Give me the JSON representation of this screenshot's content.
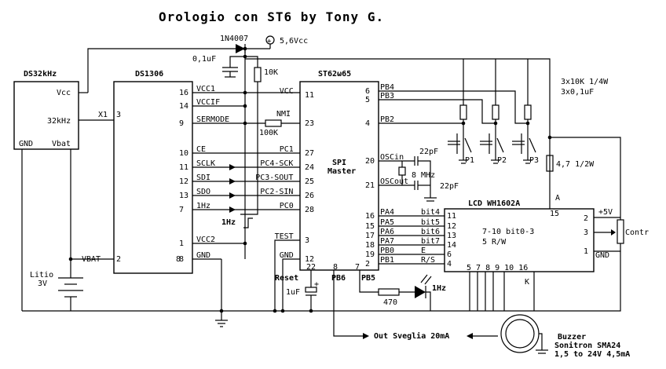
{
  "title": "Orologio con ST6 by Tony G.",
  "supply": {
    "diode": "1N4007",
    "vcc": "5,6Vcc",
    "plus": "+",
    "cap": "0,1uF",
    "res": "10K"
  },
  "ds32khz": {
    "name": "DS32kHz",
    "vcc": "Vcc",
    "out": "32kHz",
    "gnd": "GND",
    "vbat": "Vbat"
  },
  "ds1306": {
    "name": "DS1306",
    "x1": "X1",
    "x1_pin": "3",
    "vbat_pin": "2",
    "gnd_pin": "8",
    "right_pins": [
      {
        "num": "16",
        "label": "VCC1"
      },
      {
        "num": "14",
        "label": "VCCIF"
      },
      {
        "num": "9",
        "label": "SERMODE"
      },
      {
        "num": "10",
        "label": "CE"
      },
      {
        "num": "11",
        "label": "SCLK"
      },
      {
        "num": "12",
        "label": "SDI"
      },
      {
        "num": "13",
        "label": "SDO"
      },
      {
        "num": "7",
        "label": "1Hz"
      },
      {
        "num": "1",
        "label": "VCC2"
      },
      {
        "num": "8",
        "label": "GND"
      }
    ]
  },
  "st62": {
    "name": "ST62ω65",
    "left_pins": [
      {
        "num": "11",
        "label": "VCC"
      },
      {
        "num": "23",
        "label": ""
      },
      {
        "num": "27",
        "label": "PC1"
      },
      {
        "num": "24",
        "label": "PC4-SCK"
      },
      {
        "num": "25",
        "label": "PC3-SOUT"
      },
      {
        "num": "26",
        "label": "PC2-SIN"
      },
      {
        "num": "28",
        "label": "PC0"
      },
      {
        "num": "3",
        "label": "TEST"
      },
      {
        "num": "12",
        "label": "GND"
      }
    ],
    "right_pins": [
      {
        "num": "6",
        "label": "PB4"
      },
      {
        "num": "5",
        "label": "PB3"
      },
      {
        "num": "4",
        "label": "PB2"
      },
      {
        "num": "20",
        "label": "OSCin"
      },
      {
        "num": "21",
        "label": "OSCout"
      },
      {
        "num": "16",
        "label": "PA4"
      },
      {
        "num": "15",
        "label": "PA5"
      },
      {
        "num": "17",
        "label": "PA6"
      },
      {
        "num": "18",
        "label": "PA7"
      },
      {
        "num": "19",
        "label": "PB0"
      },
      {
        "num": "2",
        "label": "PB1"
      }
    ],
    "bottom_pins": [
      "22",
      "8",
      "7"
    ],
    "bottom_labels": [
      "Reset",
      "PB6",
      "PB5"
    ],
    "spi1": "SPI",
    "spi2": "Master",
    "nmi": "NMI",
    "nmi_res": "100K",
    "clk_label": "1Hz"
  },
  "crystal": {
    "cap_in": "22pF",
    "cap_out": "22pF",
    "freq": "8 MHz"
  },
  "buttons": {
    "note1": "3x10K 1/4W",
    "note2": "3x0,1uF",
    "labels": [
      "P1",
      "P2",
      "P3"
    ]
  },
  "lcd": {
    "name": "LCD WH1602A",
    "anode": "A",
    "pin15": "15",
    "k": "K",
    "bus": "7-10 bit0-3",
    "rw": "5 R/W",
    "left_pins": [
      {
        "num": "11",
        "label": "bit4"
      },
      {
        "num": "12",
        "label": "bit5"
      },
      {
        "num": "13",
        "label": "bit6"
      },
      {
        "num": "14",
        "label": "bit7"
      },
      {
        "num": "6",
        "label": "E"
      },
      {
        "num": "4",
        "label": "R/S"
      }
    ],
    "right_pins": [
      "2",
      "3",
      "1"
    ],
    "bottom_pins": "5 7 8 9  10    16",
    "backlight": "4,7 1/2W",
    "plus5v": "+5V",
    "gnd": "GND",
    "contr": "Contr"
  },
  "misc": {
    "litio1": "Litio",
    "litio2": "3V",
    "reset_cap": "1uF",
    "led_res": "470",
    "led_label": "1Hz",
    "out": "Out Sveglia 20mA",
    "buzzer1": "Buzzer",
    "buzzer2": "Sonitron SMA24",
    "buzzer3": "1,5 to 24V 4,5mA"
  }
}
